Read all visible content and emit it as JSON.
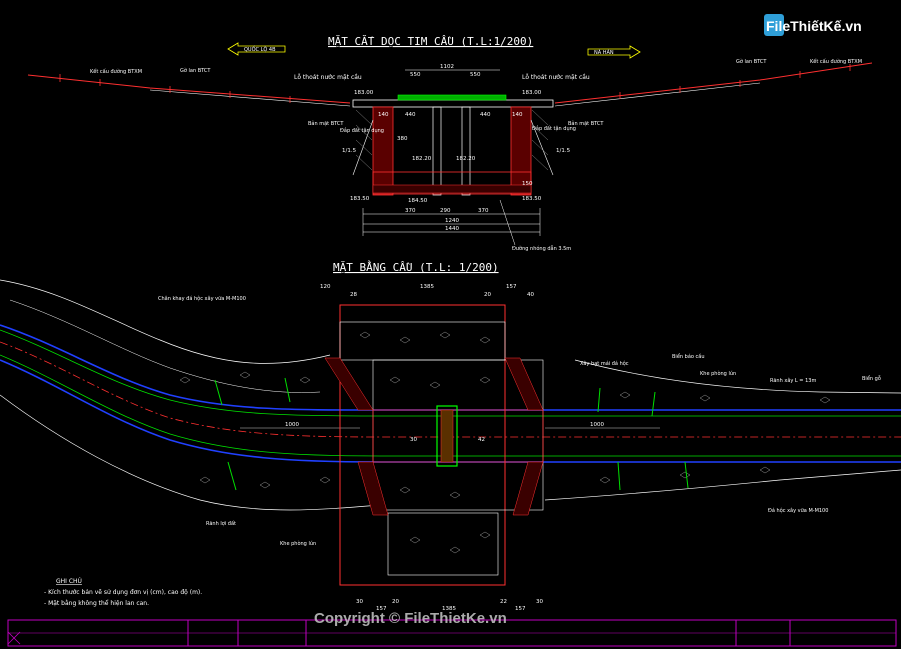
{
  "logo": {
    "text": "FileThiếtKế.vn"
  },
  "watermark": "Copyright © FileThietKe.vn",
  "profile": {
    "title": "MẶT CẮT DỌC TIM CẦU (T.L:1/200)",
    "left_direction": "QUỐC LỘ 4B",
    "right_direction": "NÀ HÁN",
    "drain_left": "Lỗ thoát nước mặt cầu",
    "drain_right": "Lỗ thoát nước mặt cầu",
    "road_left": "Kết cấu đường BTXM",
    "road_right": "Kết cấu đường BTXM",
    "rail_left": "Gờ lan BTCT",
    "rail_right": "Gờ lan BTCT",
    "slab_left": "Bản mặt BTCT",
    "slab_right": "Bản mặt BTCT",
    "backfill_left": "Đắp đất tận dụng",
    "backfill_right": "Đắp đất tận dụng",
    "slope_left": "1/1.5",
    "slope_right": "1/1.5",
    "dims": {
      "total_top": "1102",
      "half_left": "550",
      "half_right": "550",
      "elev_deck_left": "183.00",
      "elev_deck_right": "183.00",
      "seg_a": "140",
      "seg_b": "440",
      "seg_c": "440",
      "seg_d": "140",
      "elev_bot_left": "182.20",
      "elev_bot_right": "182.20",
      "elev_base": "184.50",
      "elev_foot_left": "183.50",
      "elev_foot_right": "183.50",
      "bot_a": "370",
      "bot_b": "290",
      "bot_c": "370",
      "bot_total": "1240",
      "bot_overall": "1440",
      "height": "380",
      "h_right": "150",
      "water_note": "Đường nhóng dẫn 3.5m"
    }
  },
  "plan": {
    "title": "MẶT BẰNG CẦU (T.L: 1/200)",
    "dims_top": [
      "120",
      "28",
      "1385",
      "20",
      "157",
      "40"
    ],
    "dims_bottom": [
      "30",
      "157",
      "20",
      "1385",
      "22",
      "157",
      "30"
    ],
    "callouts_left": [
      "Chân khay đá hộc xây vữa M-M100",
      "Khe phòng lún",
      "Rãnh lợi đất"
    ],
    "callouts_right": [
      "Xây bạt mái đá hộc",
      "Khe phòng lún",
      "Biển báo cầu",
      "Rãnh xây L = 13m",
      "Đá hộc xây vữa M-M100",
      "Biển gỗ"
    ],
    "road_len_left": "1000",
    "road_len_right": "1000",
    "center_left": "30",
    "center_right": "42"
  },
  "notes": {
    "heading": "GHI CHÚ",
    "items": [
      "- Kích thước bản vẽ sử dụng đơn vị (cm), cao độ (m).",
      "- Mặt bằng không thể hiện lan can."
    ]
  },
  "colors": {
    "bg": "#000000",
    "red": "#ff2020",
    "green": "#00e000",
    "blue": "#2040ff",
    "magenta": "#c000c0",
    "cyan": "#00d0d0",
    "white": "#ffffff",
    "yellow": "#ffff00"
  }
}
